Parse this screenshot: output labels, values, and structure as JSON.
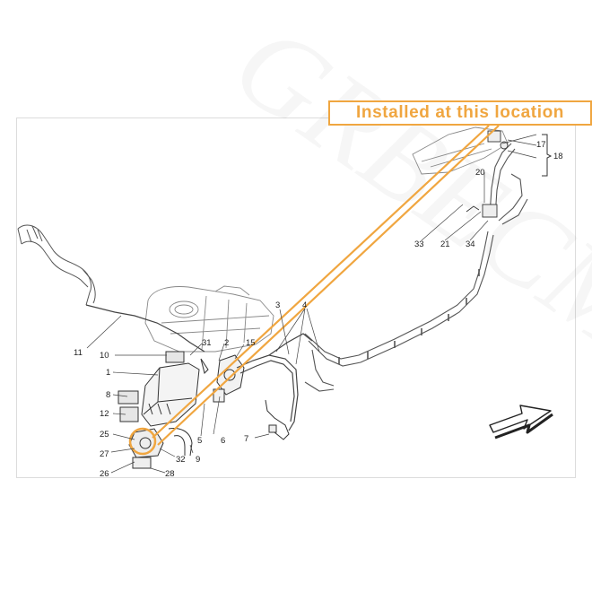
{
  "callout": {
    "text": "Installed at this location",
    "color": "#f0a640"
  },
  "watermark": "GRBECM",
  "part_numbers": [
    "1",
    "2",
    "3",
    "4",
    "5",
    "6",
    "7",
    "8",
    "9",
    "10",
    "11",
    "12",
    "15",
    "17",
    "18",
    "20",
    "21",
    "25",
    "26",
    "27",
    "28",
    "31",
    "32",
    "33",
    "34"
  ],
  "icons": {
    "direction_arrow": "direction-arrow-icon",
    "highlight_ring": "highlight-circle-icon"
  }
}
